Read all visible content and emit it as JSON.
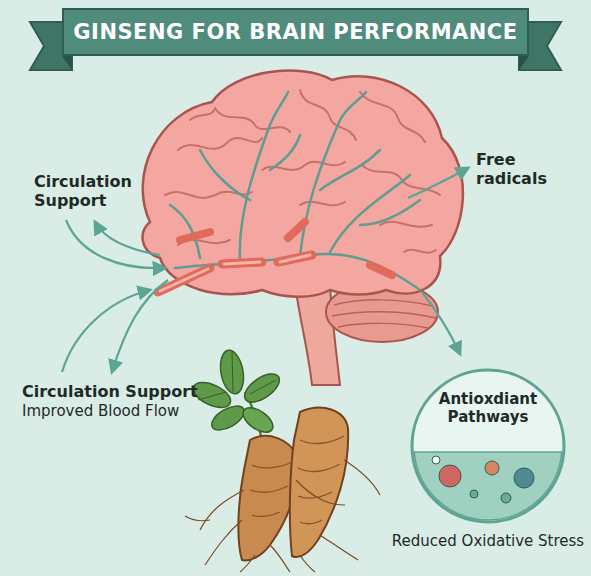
{
  "diagram": {
    "title": "GINSENG FOR BRAIN PERFORMANCE",
    "nodes": [
      {
        "text": [
          "Antioxdiant Pathways",
          "Reduced Oxidative Stress"
        ]
      }
    ],
    "labels": [
      "Circulation Support",
      "Free radicals",
      "Circulation Support",
      "Improved Blood Flow"
    ]
  }
}
